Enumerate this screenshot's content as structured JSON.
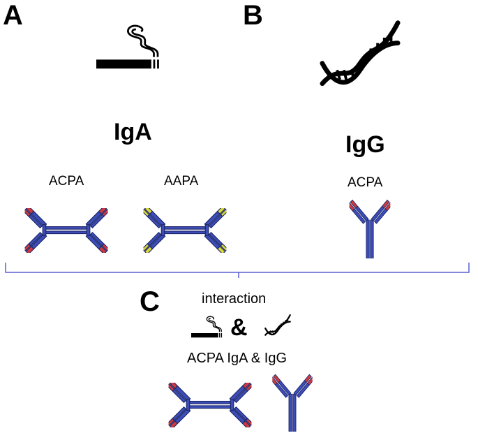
{
  "colors": {
    "heavy_chain": "#3d4db7",
    "heavy_chain_stroke": "#1a2466",
    "variable_red": "#d2393f",
    "variable_yellow": "#d8d83a",
    "bracket": "#5a5fd0",
    "black": "#000000"
  },
  "panels": {
    "a": {
      "letter": "A",
      "icon": "cigarette-smoke-icon",
      "title": "IgA",
      "antibodies": [
        {
          "label": "ACPA",
          "type": "iga-dimer",
          "tip_color": "red"
        },
        {
          "label": "AAPA",
          "type": "iga-dimer",
          "tip_color": "yellow"
        }
      ]
    },
    "b": {
      "letter": "B",
      "icon": "dna-helix-icon",
      "title": "IgG",
      "antibodies": [
        {
          "label": "ACPA",
          "type": "igg-monomer",
          "tip_color": "red"
        }
      ]
    },
    "c": {
      "letter": "C",
      "interaction_label": "interaction",
      "ampersand": "&",
      "icons": [
        "cigarette-smoke-icon",
        "dna-helix-icon"
      ],
      "combined_label": "ACPA IgA & IgG",
      "antibodies": [
        {
          "type": "iga-dimer",
          "tip_color": "red"
        },
        {
          "type": "igg-monomer",
          "tip_color": "red"
        }
      ]
    }
  }
}
